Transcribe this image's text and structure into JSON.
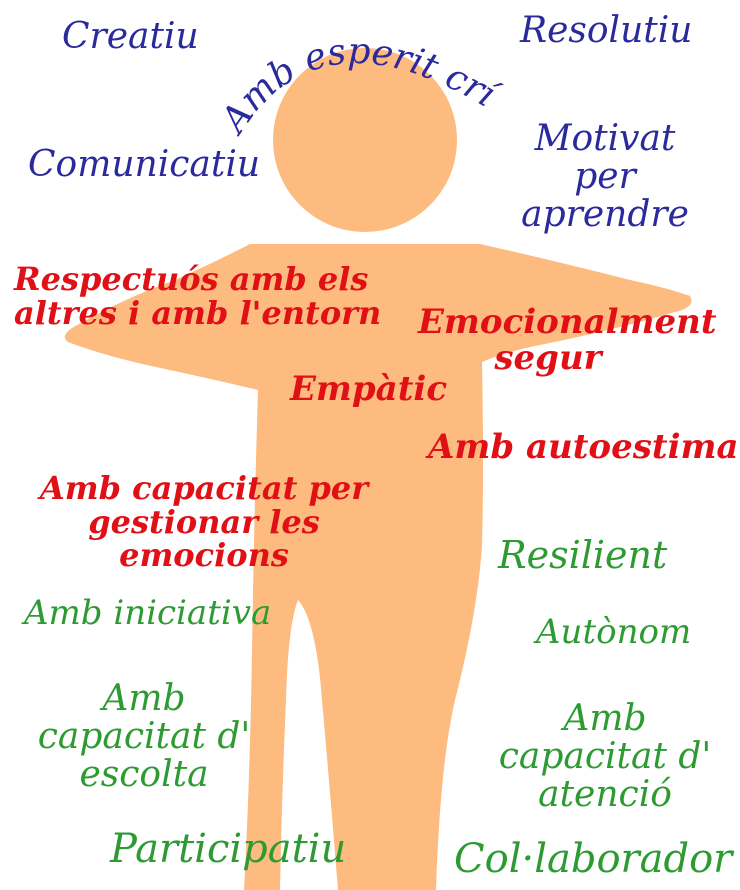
{
  "colors": {
    "figure": "#FDBB7F",
    "blue": "#2A2A9C",
    "red": "#E01016",
    "green": "#2E9A32"
  },
  "words": {
    "creatiu": "Creatiu",
    "critic": "Amb esperit crític",
    "resolutiu": "Resolutiu",
    "comunicatiu": "Comunicatiu",
    "motivat": "Motivat per aprendre",
    "respectuos_line1": "Respectuós amb els",
    "respectuos_line2": "altres i amb l'entorn",
    "emocionalment": "Emocionalment segur",
    "empatic": "Empàtic",
    "autoestima": "Amb autoestima",
    "gestionar": "Amb capacitat per gestionar les emocions",
    "resilient": "Resilient",
    "iniciativa": "Amb iniciativa",
    "autonom": "Autònom",
    "escolta": "Amb capacitat d' escolta",
    "atencio": "Amb capacitat d' atenció",
    "participatiu": "Participatiu",
    "collaborador": "Col·laborador"
  }
}
